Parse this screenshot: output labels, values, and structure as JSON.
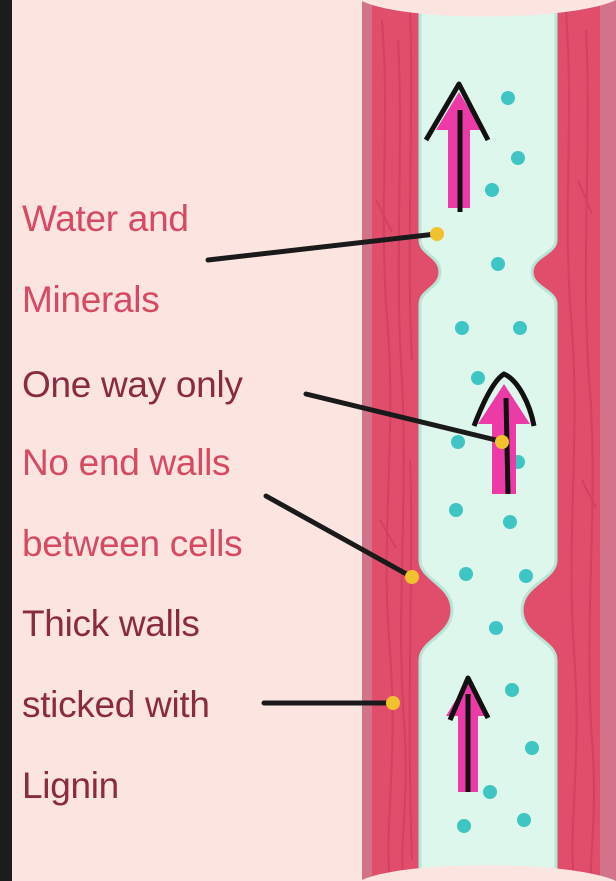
{
  "labels": {
    "water": "Water and",
    "minerals": "Minerals",
    "one_way": "One way only",
    "no_end_walls": "No end walls",
    "between_cells": "between cells",
    "thick_walls": "Thick walls",
    "sticked_with": "sticked with",
    "lignin": "Lignin"
  },
  "colors": {
    "background": "#fce4e1",
    "wall_red": "#e14e6c",
    "wall_outer": "#d2738a",
    "lumen": "#ddf7ec",
    "dots": "#3fc6c4",
    "arrow_pink": "#ec3aa7",
    "pointer_line": "#1a1a1a",
    "pointer_dot": "#f2c12e"
  },
  "icons": [
    "upward-flow-arrow-icon",
    "water-particle-icon",
    "pointer-dot-icon"
  ]
}
